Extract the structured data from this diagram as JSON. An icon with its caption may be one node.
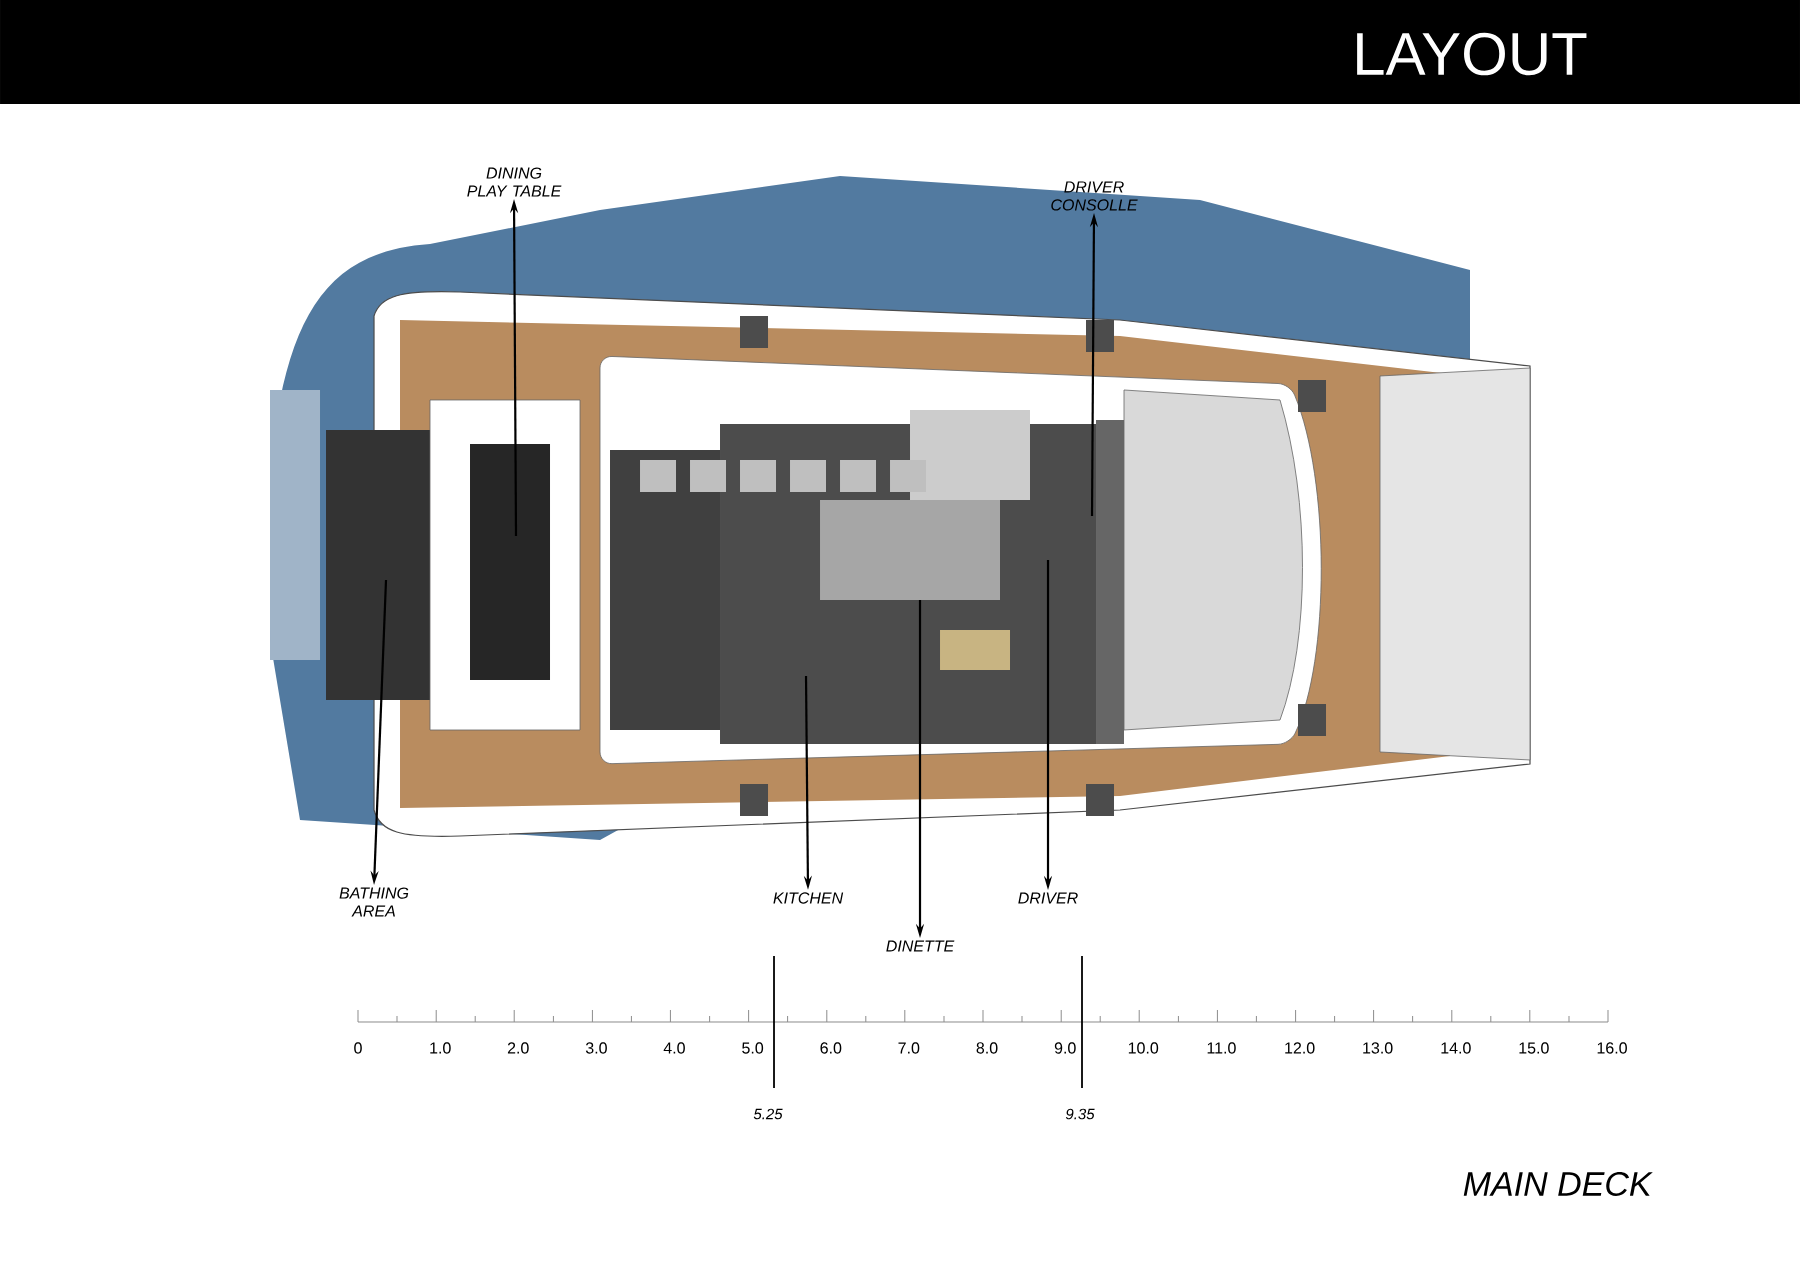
{
  "diagram": {
    "title": "LAYOUT",
    "caption": "MAIN DECK",
    "nodes": [
      {
        "text": [
          "DINING PLAY TABLE"
        ]
      },
      {
        "text": [
          "DRIVER CONSOLLE"
        ]
      },
      {
        "text": [
          "BATHING AREA"
        ]
      },
      {
        "text": [
          "KITCHEN"
        ]
      },
      {
        "text": [
          "DINETTE"
        ]
      },
      {
        "text": [
          "DRIVER"
        ]
      }
    ],
    "edges": [
      {
        "from": null,
        "to": 0,
        "arrow": "to"
      },
      {
        "from": null,
        "to": 1,
        "arrow": "to"
      },
      {
        "from": null,
        "to": 2,
        "arrow": "to"
      },
      {
        "from": null,
        "to": 3,
        "arrow": "to"
      },
      {
        "from": null,
        "to": 4,
        "arrow": "to"
      },
      {
        "from": null,
        "to": 5,
        "arrow": "to"
      }
    ],
    "labels": [
      "0",
      "1.0",
      "2.0",
      "3.0",
      "4.0",
      "5.0",
      "6.0",
      "7.0",
      "8.0",
      "9.0",
      "10.0",
      "11.0",
      "12.0",
      "13.0",
      "14.0",
      "15.0",
      "16.0",
      "5.25",
      "9.35"
    ]
  }
}
